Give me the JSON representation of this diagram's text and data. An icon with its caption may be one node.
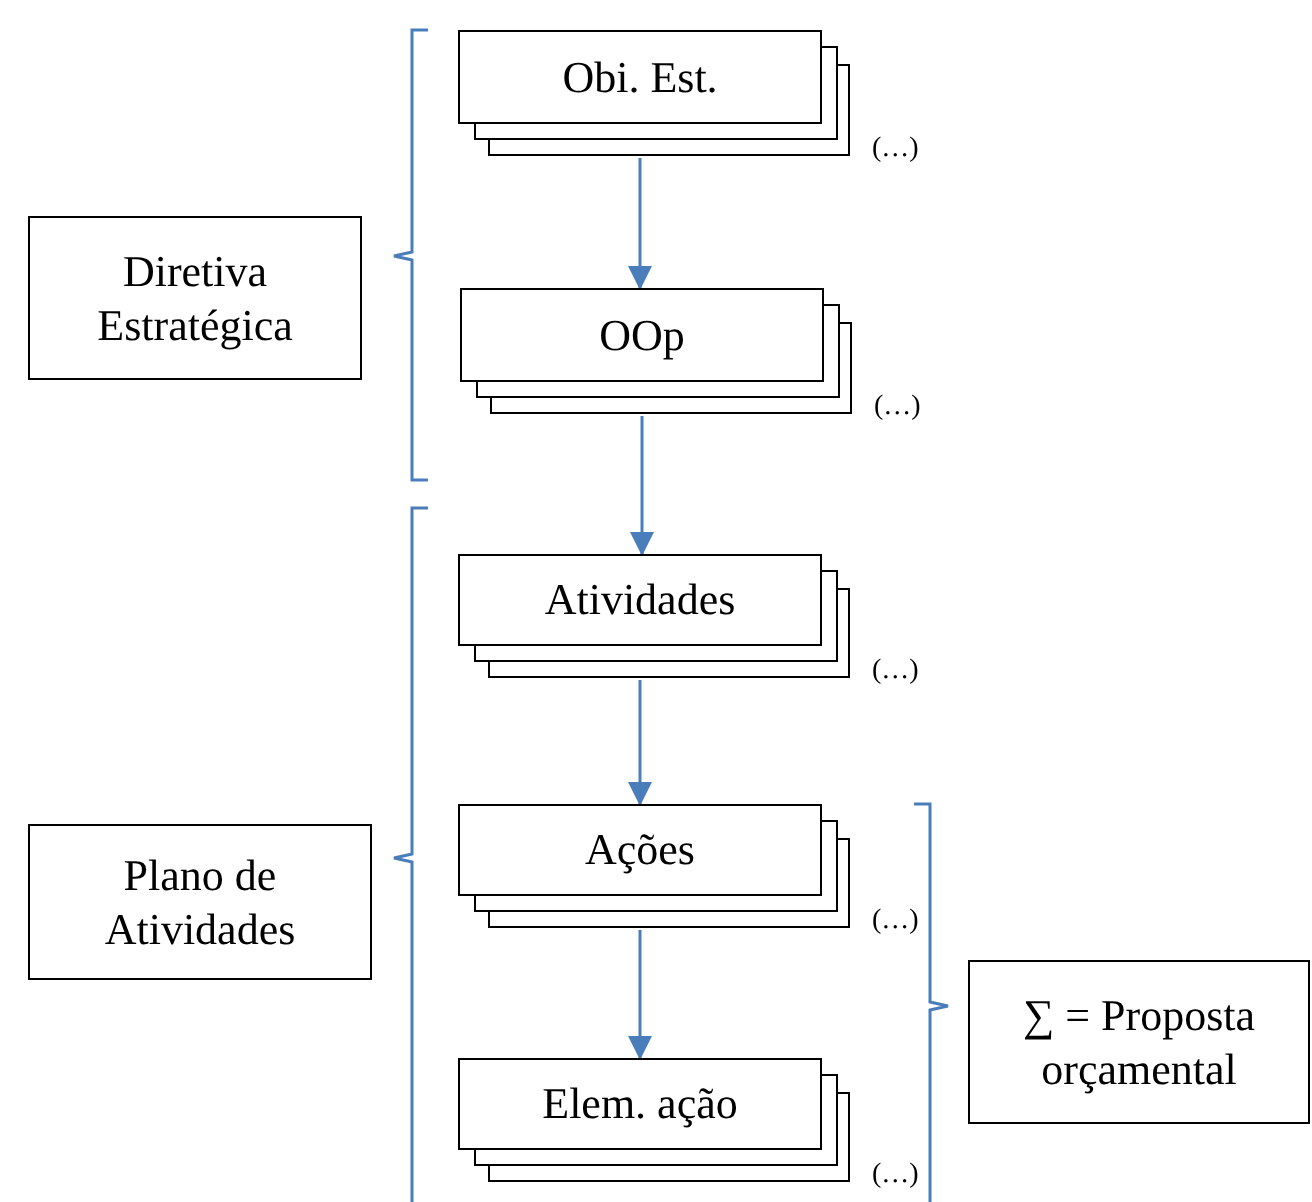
{
  "diagram": {
    "nodes": [
      {
        "text": [
          "Diretiva Estratégica"
        ]
      },
      {
        "text": [
          "Obi. Est."
        ],
        "beside": [
          "(…)"
        ]
      },
      {
        "text": [
          "OOp"
        ],
        "beside": [
          "(…)"
        ]
      },
      {
        "text": [
          "Atividades"
        ],
        "beside": [
          "(…)"
        ]
      },
      {
        "text": [
          "Ações"
        ],
        "beside": [
          "(…)"
        ]
      },
      {
        "text": [
          "Elem. ação"
        ],
        "beside": [
          "(…)"
        ]
      },
      {
        "text": [
          "Plano de Atividades"
        ]
      },
      {
        "text": [
          "∑ = Proposta orçamental"
        ]
      }
    ],
    "edges": [
      {
        "from": 1,
        "to": 2,
        "arrow": "to"
      },
      {
        "from": 2,
        "to": 3,
        "arrow": "to"
      },
      {
        "from": 3,
        "to": 4,
        "arrow": "to"
      },
      {
        "from": 4,
        "to": 5,
        "arrow": "to"
      }
    ]
  }
}
